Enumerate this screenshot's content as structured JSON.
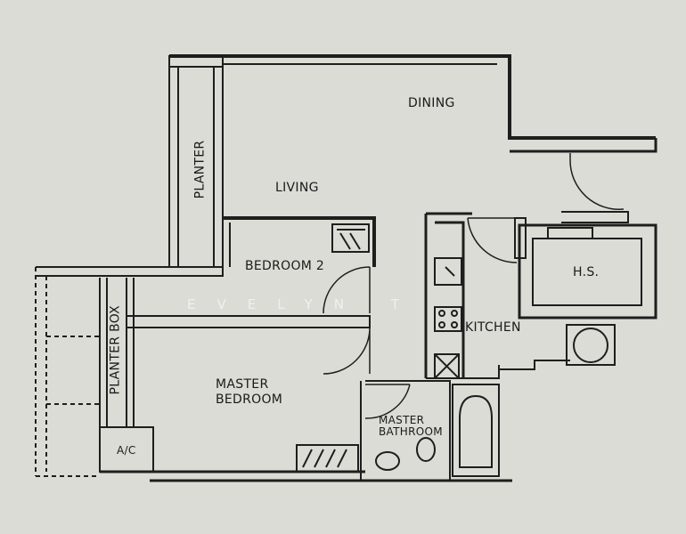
{
  "floor_plan": {
    "rooms": {
      "dining": "DINING",
      "living": "LIVING",
      "planter": "PLANTER",
      "bedroom_2": "BEDROOM 2",
      "hs": "H.S.",
      "kitchen": "KITCHEN",
      "planter_box": "PLANTER BOX",
      "master_bedroom_line1": "MASTER",
      "master_bedroom_line2": "BEDROOM",
      "master_bathroom_line1": "MASTER",
      "master_bathroom_line2": "BATHROOM",
      "ac": "A/C"
    },
    "watermark": "EVELYN T"
  }
}
